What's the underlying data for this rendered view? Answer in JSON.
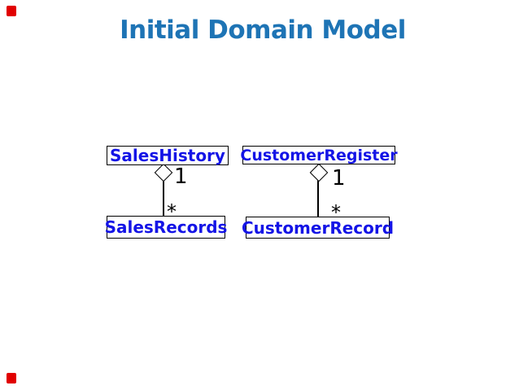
{
  "slide": {
    "title": "Initial Domain Model"
  },
  "theme": {
    "background": "#ffffff",
    "title_color": "#1e74b5",
    "class_name_color": "#1414e6",
    "line_color": "#000000",
    "marker_color": "#e10000"
  },
  "diagram": {
    "type": "uml-class-aggregation",
    "relations": [
      {
        "whole": "SalesHistory",
        "part": "SalesRecords",
        "whole_multiplicity": "1",
        "part_multiplicity": "*"
      },
      {
        "whole": "CustomerRegister",
        "part": "CustomerRecord",
        "whole_multiplicity": "1",
        "part_multiplicity": "*"
      }
    ]
  }
}
